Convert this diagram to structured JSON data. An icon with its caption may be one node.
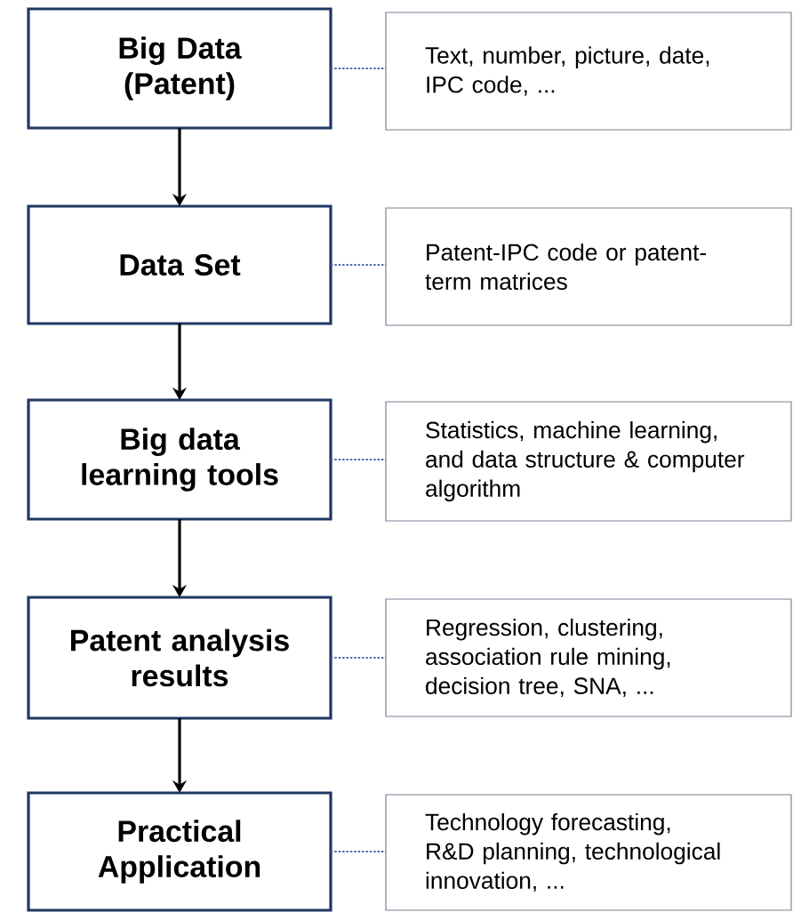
{
  "diagram": {
    "nodes": [
      {
        "text": [
          "Big Data (Patent)"
        ]
      },
      {
        "text": [
          "Data Set"
        ]
      },
      {
        "text": [
          "Big data learning tools"
        ]
      },
      {
        "text": [
          "Patent analysis results"
        ]
      },
      {
        "text": [
          "Practical Application"
        ]
      },
      {
        "text": [
          "Text, number, picture, date, IPC code, ..."
        ]
      },
      {
        "text": [
          "Patent-IPC code or patent-term matrices"
        ]
      },
      {
        "text": [
          "Statistics, machine learning, and data structure & computer algorithm"
        ]
      },
      {
        "text": [
          "Regression, clustering, association rule mining, decision tree, SNA, ..."
        ]
      },
      {
        "text": [
          "Technology forecasting, R&D planning, technological innovation, ..."
        ]
      }
    ],
    "edges": [
      {
        "from": 0,
        "to": 1,
        "arrow": "to",
        "color": "#000000"
      },
      {
        "from": 1,
        "to": 2,
        "arrow": "to",
        "color": "#000000"
      },
      {
        "from": 2,
        "to": 3,
        "arrow": "to",
        "color": "#000000"
      },
      {
        "from": 3,
        "to": 4,
        "arrow": "to",
        "color": "#000000"
      },
      {
        "from": 0,
        "to": 5,
        "arrow": "none",
        "style": "dashed",
        "color": "#4a6bb0"
      },
      {
        "from": 1,
        "to": 6,
        "arrow": "none",
        "style": "dashed",
        "color": "#4a6bb0"
      },
      {
        "from": 2,
        "to": 7,
        "arrow": "none",
        "style": "dashed",
        "color": "#4a6bb0"
      },
      {
        "from": 3,
        "to": 8,
        "arrow": "none",
        "style": "dashed",
        "color": "#4a6bb0"
      },
      {
        "from": 4,
        "to": 9,
        "arrow": "none",
        "style": "dashed",
        "color": "#4a6bb0"
      }
    ]
  }
}
